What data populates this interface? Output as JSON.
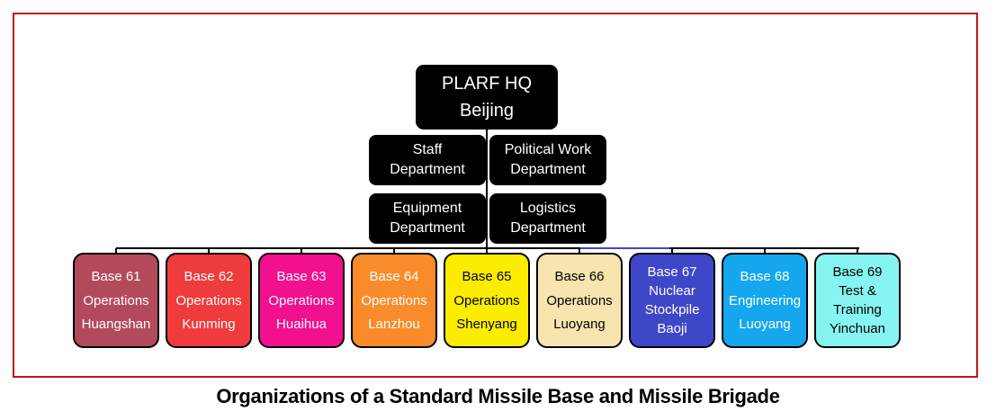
{
  "hq": {
    "line1": "PLARF HQ",
    "line2": "Beijing"
  },
  "departments": {
    "staff": {
      "line1": "Staff",
      "line2": "Department"
    },
    "political": {
      "line1": "Political Work",
      "line2": "Department"
    },
    "equipment": {
      "line1": "Equipment",
      "line2": "Department"
    },
    "logistics": {
      "line1": "Logistics",
      "line2": "Department"
    }
  },
  "bases": [
    {
      "lines": [
        "Base 61",
        "Operations",
        "Huangshan"
      ],
      "color": "#b24a5c",
      "text_color": "#ffffff"
    },
    {
      "lines": [
        "Base 62",
        "Operations",
        "Kunming"
      ],
      "color": "#ef3b3b",
      "text_color": "#ffffff"
    },
    {
      "lines": [
        "Base 63",
        "Operations",
        "Huaihua"
      ],
      "color": "#f2108e",
      "text_color": "#ffffff"
    },
    {
      "lines": [
        "Base 64",
        "Operations",
        "Lanzhou"
      ],
      "color": "#f98b2b",
      "text_color": "#ffffff"
    },
    {
      "lines": [
        "Base 65",
        "Operations",
        "Shenyang"
      ],
      "color": "#fcec00",
      "text_color": "#000000"
    },
    {
      "lines": [
        "Base 66",
        "Operations",
        "Luoyang"
      ],
      "color": "#f7e4ae",
      "text_color": "#000000"
    },
    {
      "lines": [
        "Base 67",
        "Nuclear",
        "Stockpile",
        "Baoji"
      ],
      "color": "#3e47c8",
      "text_color": "#ffffff"
    },
    {
      "lines": [
        "Base 68",
        "Engineering",
        "Luoyang"
      ],
      "color": "#14a7ee",
      "text_color": "#ffffff"
    },
    {
      "lines": [
        "Base 69",
        "Test &",
        "Training",
        "Yinchuan"
      ],
      "color": "#86f5f2",
      "text_color": "#000000"
    }
  ],
  "caption": "Organizations of a Standard Missile Base and Missile Brigade",
  "colors": {
    "frame": "#c0161c",
    "connector": "#000000",
    "connector_accent": "#3e47c8"
  }
}
